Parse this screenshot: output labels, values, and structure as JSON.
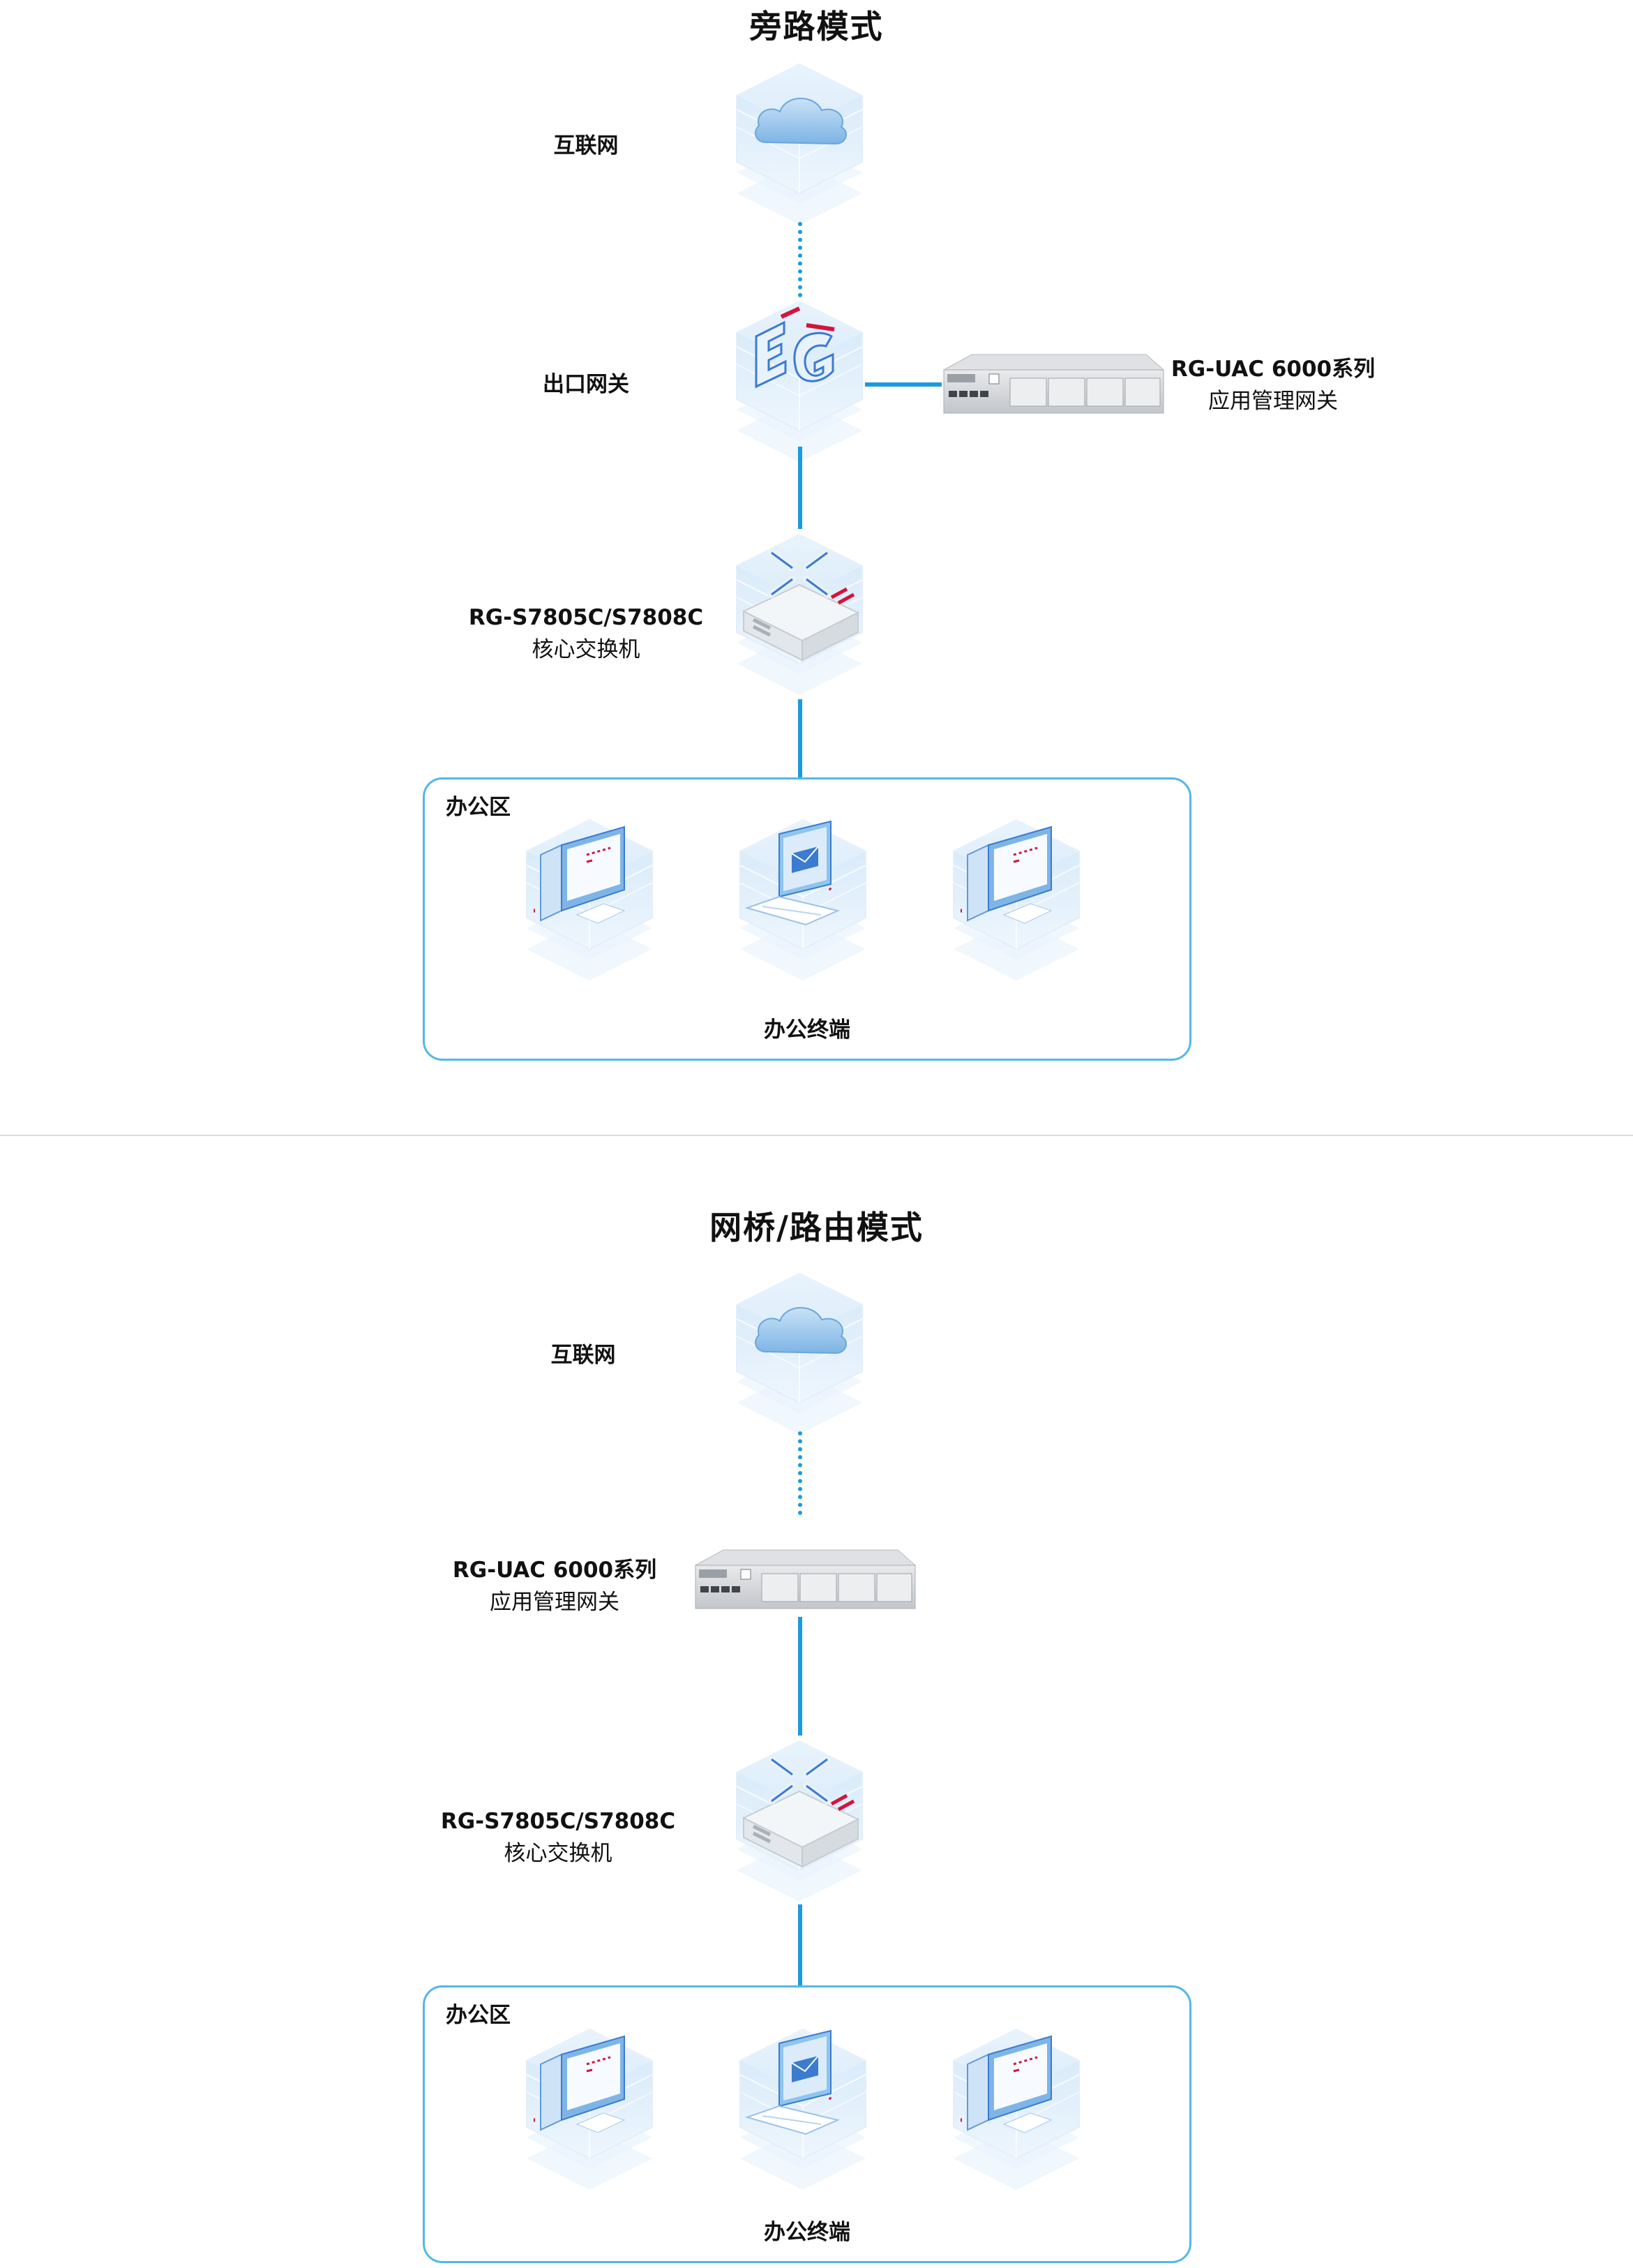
{
  "bypass": {
    "title": "旁路模式",
    "internet_label": "互联网",
    "gateway_label": "出口网关",
    "uac_name": "RG-UAC 6000系列",
    "uac_desc": "应用管理网关",
    "switch_name": "RG-S7805C/S7808C",
    "switch_desc": "核心交换机",
    "zone_label": "办公区",
    "zone_footer": "办公终端"
  },
  "bridge": {
    "title": "网桥/路由模式",
    "internet_label": "互联网",
    "uac_name": "RG-UAC 6000系列",
    "uac_desc": "应用管理网关",
    "switch_name": "RG-S7805C/S7808C",
    "switch_desc": "核心交换机",
    "zone_label": "办公区",
    "zone_footer": "办公终端"
  },
  "colors": {
    "link": "#1a9be0",
    "zone_border": "#53b7ea",
    "accent": "#d4143c",
    "icon_blue": "#8fc4ee"
  },
  "icons": [
    "cloud-icon",
    "eg-gateway-icon",
    "core-switch-icon",
    "desktop-pc-icon",
    "laptop-icon",
    "uac-appliance-icon"
  ]
}
